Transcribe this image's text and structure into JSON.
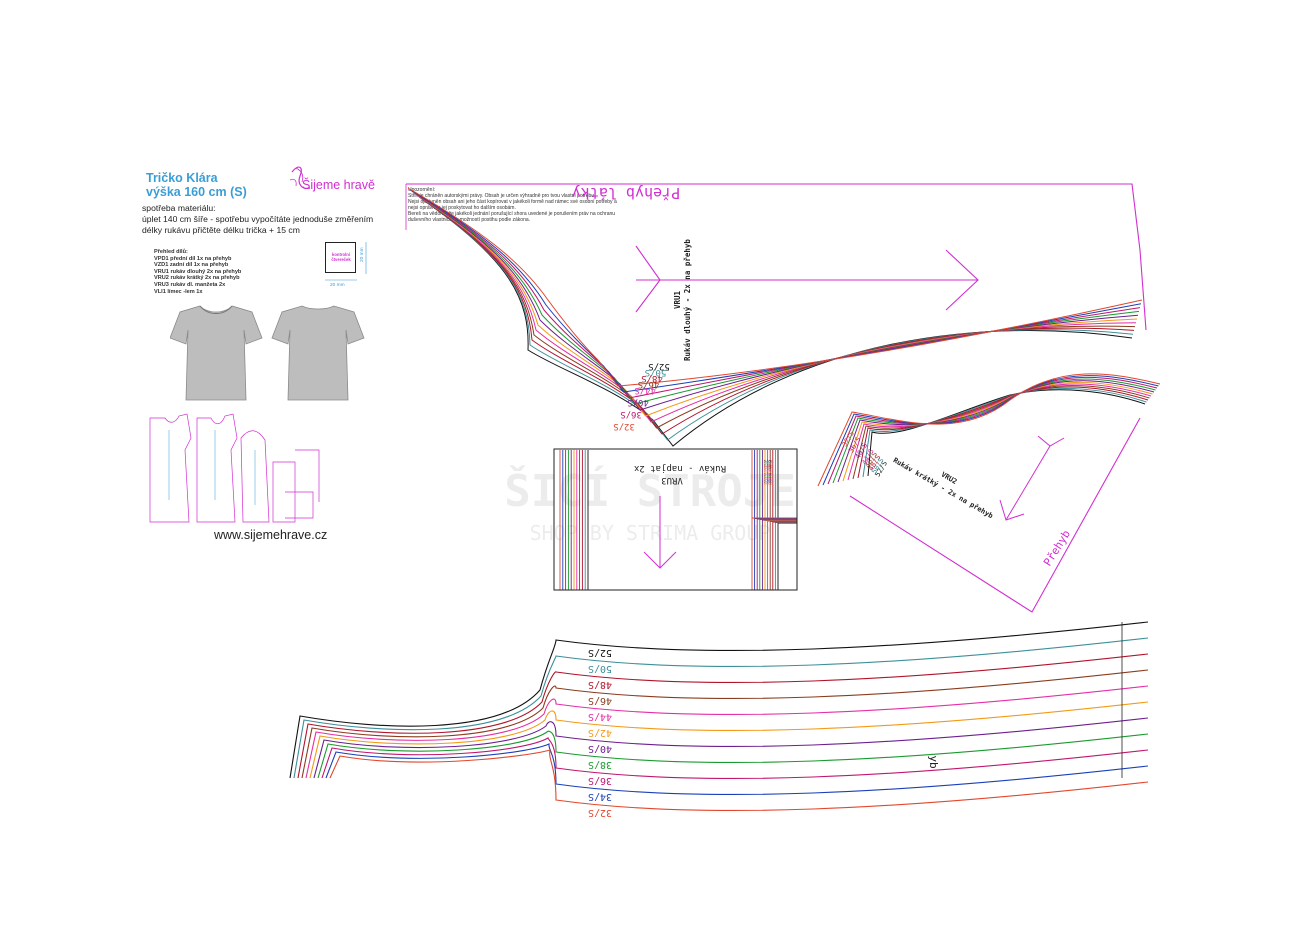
{
  "header": {
    "title_line1": "Tričko Klára",
    "title_line2": "výška 160 cm (S)",
    "brand": "Šijeme hravě"
  },
  "materials": {
    "heading": "spotřeba materiálu:",
    "line1": "úplet 140 cm šíře - spotřebu vypočítáte jednoduše změřením",
    "line2": "délky rukávu přičtěte délku trička + 15 cm"
  },
  "parts_overview": {
    "heading": "Přehled dílů:",
    "items": [
      "VPD1 přední díl 1x na přehyb",
      "VZD1 zadní díl 1x na přehyb",
      "VRU1 rukáv dlouhý 2x na přehyb",
      "VRU2 rukáv krátký 2x na přehyb",
      "VRU3 rukáv dl. manžeta 2x",
      "VLI1 límec -lem 1x"
    ]
  },
  "control_square": {
    "label_line1": "kontrolní",
    "label_line2": "čtvereček",
    "width_label": "20 mm",
    "height_label": "20 mm"
  },
  "website": "www.sijemehrave.cz",
  "notice": {
    "heading": "Upozornění:",
    "lines": [
      "Střih je chráněn autorskými právy.  Obsah je určen výhradně pro tvou vlastní potřebu.",
      "Nejsi oprávněn obsah ani jeho část kopírovat v jakékoli formě nad rámec své osobní potřeby a",
      "nejsi oprávněn jej poskytovat ho dalším osobám.",
      "Bereš na vědomí, že jakékoli jednání porušující shora uvedené je porušením práv na ochranu",
      "duševního vlastnictví s možností postihu podle zákona."
    ]
  },
  "watermark": {
    "line1": "ŠICÍ STROJE",
    "line2": "SHOP BY STRIMA GROUP"
  },
  "pattern_labels": {
    "fold_top": "Přehyb látky",
    "long_sleeve_code": "VRU1",
    "long_sleeve": "Rukáv dlouhý - 2x na přehyb",
    "cuff_code": "VRU3",
    "cuff": "Rukáv - napjat 2x",
    "short_sleeve_code": "VRU2",
    "short_sleeve": "Rukáv krátký - 2x na přehyb",
    "fold_short": "Přehyb",
    "body_fold_partial": "yb"
  },
  "sizes": [
    "52/S",
    "50/S",
    "48/S",
    "46/S",
    "44/S",
    "42/S",
    "40/S",
    "38/S",
    "36/S",
    "34/S",
    "32/S"
  ],
  "colors": {
    "accent_blue": "#3a9ed6",
    "magenta": "#d12fd1",
    "size_lines": [
      "#111111",
      "#3d8f9a",
      "#b0142b",
      "#8a3c1e",
      "#e52ea7",
      "#f29a17",
      "#6d1f8e",
      "#1a9a2e",
      "#c0166f",
      "#1a3fb8",
      "#e2472d"
    ]
  }
}
